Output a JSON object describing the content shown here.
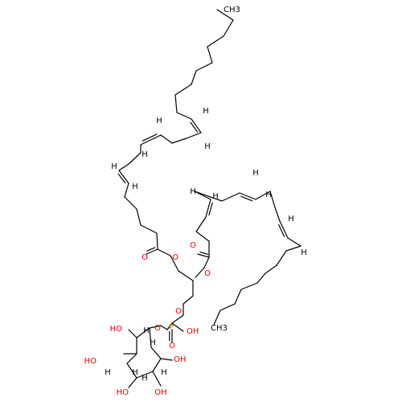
{
  "colors": {
    "carbon": "#000000",
    "oxygen": "#e00000",
    "phosphorus": "#d07000"
  },
  "atoms": {
    "c_ch3": "CH3",
    "h_db1a": "H",
    "h_db1b": "H",
    "h_db2a": "H",
    "h_db2b": "H",
    "h_db3a": "H",
    "h_db3b": "H",
    "h_db4a": "H",
    "h_db4b": "H",
    "h_db5a": "H",
    "h_db5b": "H",
    "h_db6a": "H",
    "h_db6b": "H",
    "o_ester1_carbonyl": "O",
    "o_ester1_link": "O",
    "o_ester2_carbonyl": "O",
    "o_ester2_link": "O",
    "o_glycerol_ch2": "O",
    "o_phos_left": "O",
    "p_phosphorus": "P",
    "oh_phos": "OH",
    "o_phos_double": "O",
    "oh_ring_tl": "HO",
    "h_ring_tl": "H",
    "oh_ring_ml": "HO",
    "h_ring_ml": "H",
    "oh_ring_mr": "OH",
    "h_ring_mr": "H",
    "oh_ring_bl": "HO",
    "h_ring_bl": "H",
    "oh_ring_br": "OH",
    "h_ring_bot": "H",
    "h_ring_tr": "H",
    "ch3_bottom": "CH3"
  }
}
